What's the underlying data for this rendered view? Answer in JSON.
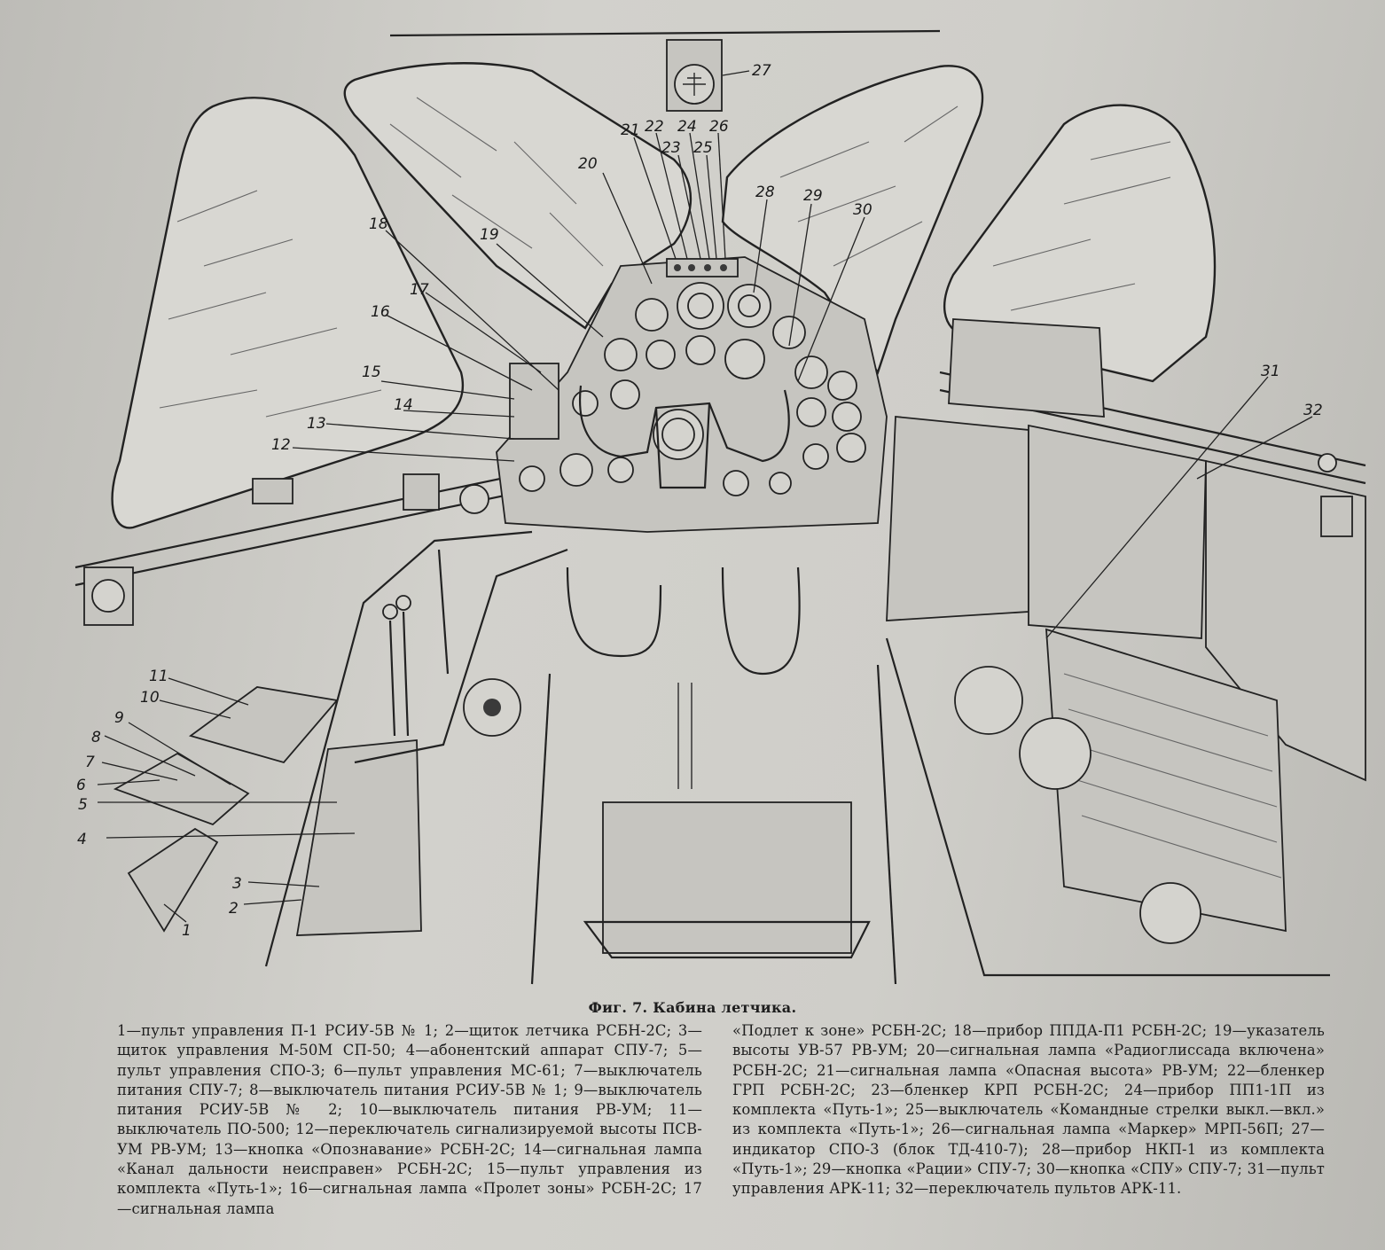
{
  "callouts": [
    "1",
    "2",
    "3",
    "4",
    "5",
    "6",
    "7",
    "8",
    "9",
    "10",
    "11",
    "12",
    "13",
    "14",
    "15",
    "16",
    "17",
    "18",
    "19",
    "20",
    "21",
    "22",
    "23",
    "24",
    "25",
    "26",
    "27",
    "28",
    "29",
    "30",
    "31",
    "32"
  ],
  "caption": {
    "title": "Фиг. 7. Кабина летчика.",
    "left_column": "1—пульт управления П-1 РСИУ-5В № 1; 2—щиток летчика РСБН-2С; 3—щиток управления М-50М СП-50; 4—абонентский аппарат СПУ-7; 5—пульт управления СПО-3; 6—пульт управления МС-61; 7—выключатель питания СПУ-7; 8—выключатель питания РСИУ-5В № 1; 9—выключатель питания РСИУ-5В № 2; 10—выключатель питания РВ-УМ; 11—выключатель ПО-500; 12—переключатель сигнализируемой высоты ПСВ-УМ РВ-УМ; 13—кнопка «Опознавание» РСБН-2С; 14—сигнальная лампа «Канал дальности неисправен» РСБН-2С; 15—пульт управления из комплекта «Путь-1»; 16—сигнальная лампа «Пролет зоны» РСБН-2С; 17—сигнальная лампа",
    "right_column": "«Подлет к зоне» РСБН-2С; 18—прибор ППДА-П1 РСБН-2С; 19—указатель высоты УВ-57 РВ-УМ; 20—сигнальная лампа «Радиоглиссада включена» РСБН-2С; 21—сигнальная лампа «Опасная высота» РВ-УМ; 22—бленкер ГРП РСБН-2С; 23—бленкер КРП РСБН-2С; 24—прибор ПП1-1П из комплекта «Путь-1»; 25—выключатель «Командные стрелки выкл.—вкл.» из комплекта «Путь-1»; 26—сигнальная лампа «Маркер» МРП-56П; 27—индикатор СПО-3 (блок ТД-410-7); 28—прибор НКП-1 из комплекта «Путь-1»; 29—кнопка «Рации» СПУ-7; 30—кнопка «СПУ» СПУ-7; 31—пульт управления АРК-11; 32—переключатель пультов АРК-11."
  }
}
